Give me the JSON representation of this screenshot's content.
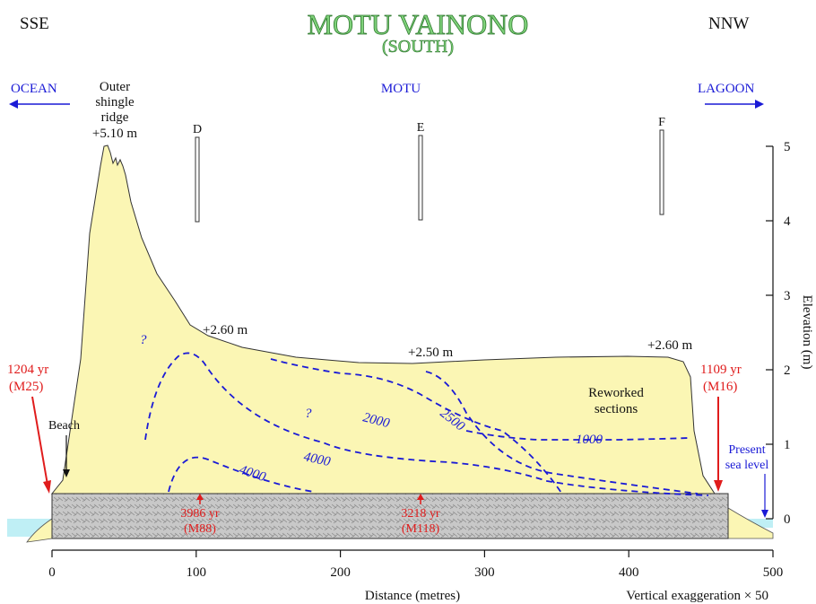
{
  "header": {
    "left_direction": "SSE",
    "right_direction": "NNW",
    "title": "MOTU VAINONO",
    "subtitle": "(SOUTH)"
  },
  "arrows": {
    "ocean": "OCEAN",
    "motu": "MOTU",
    "lagoon": "LAGOON"
  },
  "annotations": {
    "outer_ridge_line1": "Outer",
    "outer_ridge_line2": "shingle",
    "outer_ridge_line3": "ridge",
    "outer_ridge_height": "+5.10 m",
    "height_1": "+2.60 m",
    "height_2": "+2.50 m",
    "height_3": "+2.60 m",
    "beach": "Beach",
    "reworked_line1": "Reworked",
    "reworked_line2": "sections",
    "present_sea_level_line1": "Present",
    "present_sea_level_line2": "sea level",
    "question_1": "?",
    "question_2": "?"
  },
  "sections": [
    {
      "label": "D",
      "distance": 100
    },
    {
      "label": "E",
      "distance": 255
    },
    {
      "label": "F",
      "distance": 420
    }
  ],
  "dates": {
    "left_years": "1204 yr",
    "left_sample": "(M25)",
    "right_years": "1109 yr",
    "right_sample": "(M16)",
    "m88_years": "3986 yr",
    "m88_sample": "(M88)",
    "m118_years": "3218 yr",
    "m118_sample": "(M118)"
  },
  "contours": {
    "c1000": "1000",
    "c2000": "2000",
    "c2500": "2500",
    "c4000_a": "4000",
    "c4000_b": "4000"
  },
  "x_axis": {
    "label": "Distance (metres)",
    "ticks": [
      "0",
      "100",
      "200",
      "300",
      "400",
      "500"
    ],
    "range": [
      0,
      500
    ]
  },
  "y_axis": {
    "label": "Elevation (m)",
    "ticks": [
      "0",
      "1",
      "2",
      "3",
      "4",
      "5"
    ],
    "range": [
      0,
      5
    ]
  },
  "note": "Vertical exaggeration × 50",
  "colors": {
    "fill": "#fbf6b4",
    "contour": "#1a1ad6",
    "radiocarbon": "#e01c1c",
    "title_fill": "#7fd17a",
    "sea": "#bfeff5",
    "reef": "#c6c6c6"
  }
}
